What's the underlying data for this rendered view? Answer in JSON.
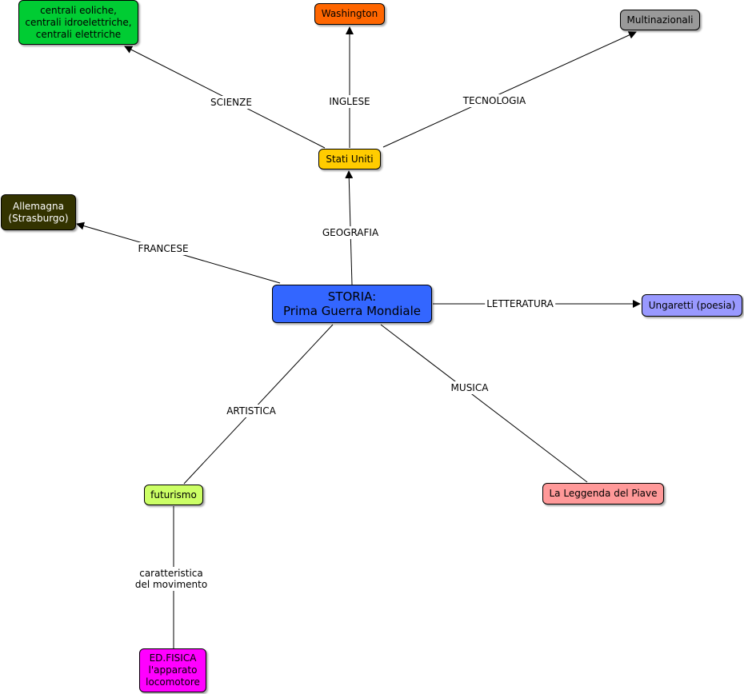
{
  "nodes": {
    "storia": {
      "text": "STORIA:\nPrima Guerra Mondiale",
      "color": "#3366ff"
    },
    "stati_uniti": {
      "text": "Stati Uniti",
      "color": "#ffcc00"
    },
    "centrali": {
      "text": "centrali eoliche,\ncentrali idroelettriche,\ncentrali elettriche",
      "color": "#00cc33"
    },
    "washington": {
      "text": "Washington",
      "color": "#ff6600"
    },
    "multinazionali": {
      "text": "Multinazionali",
      "color": "#999999"
    },
    "allemagna": {
      "text": "Allemagna\n(Strasburgo)",
      "color": "#333300"
    },
    "ungaretti": {
      "text": "Ungaretti (poesia)",
      "color": "#9999ff"
    },
    "futurismo": {
      "text": "futurismo",
      "color": "#ccff66"
    },
    "leggenda": {
      "text": "La Leggenda del Piave",
      "color": "#ff9999"
    },
    "edfisica": {
      "text": "ED.FISICA\nl'apparato\nlocomotore",
      "color": "#ff00ff"
    }
  },
  "links": {
    "scienze": "SCIENZE",
    "inglese": "INGLESE",
    "tecnologia": "TECNOLOGIA",
    "geografia": "GEOGRAFIA",
    "francese": "FRANCESE",
    "letteratura": "LETTERATURA",
    "artistica": "ARTISTICA",
    "musica": "MUSICA",
    "caratteristica": "caratteristica\ndel movimento"
  }
}
